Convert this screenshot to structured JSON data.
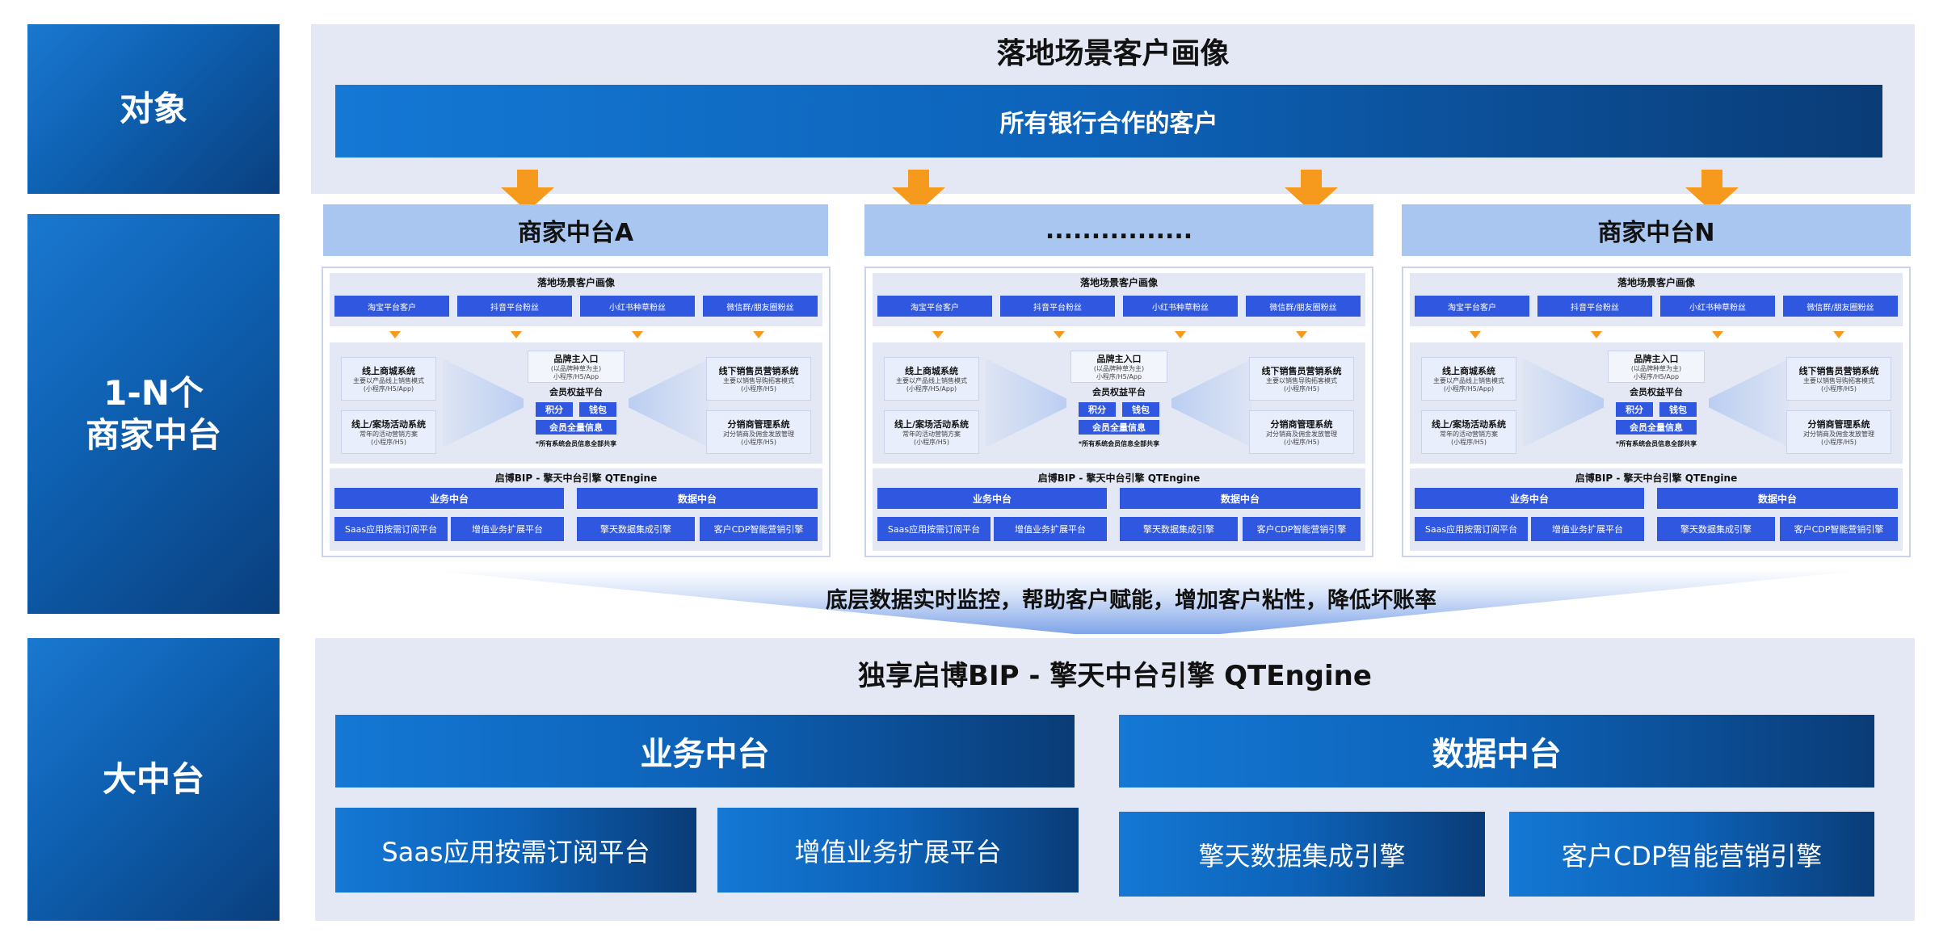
{
  "categories": {
    "top": "对象",
    "mid_line1": "1-N个",
    "mid_line2": "商家中台",
    "bottom": "大中台"
  },
  "top_panel": {
    "title": "落地场景客户画像",
    "banner": "所有银行合作的客户"
  },
  "merchants": [
    {
      "header": "商家中台A"
    },
    {
      "header": "................"
    },
    {
      "header": "商家中台N"
    }
  ],
  "mini": {
    "title": "落地场景客户画像",
    "chips": [
      "淘宝平台客户",
      "抖音平台粉丝",
      "小红书种草粉丝",
      "微信群/朋友圈粉丝"
    ],
    "left_systems": [
      {
        "name": "线上商城系统",
        "desc1": "主要以产品线上销售模式",
        "desc2": "(小程序/H5/App)"
      },
      {
        "name": "线上/案场活动系统",
        "desc1": "常年的活动营销方案",
        "desc2": "(小程序/H5)"
      }
    ],
    "right_systems": [
      {
        "name": "线下销售员营销系统",
        "desc1": "主要以销售导购拓客模式",
        "desc2": "(小程序/H5)"
      },
      {
        "name": "分销商管理系统",
        "desc1": "对分销商及佣金发放管理",
        "desc2": "(小程序/H5)"
      }
    ],
    "brand": {
      "name": "品牌主入口",
      "desc1": "(以品牌种草为主)",
      "desc2": "小程序/H5/App"
    },
    "member": {
      "name": "会员权益平台",
      "chip1": "积分",
      "chip2": "钱包",
      "chip3": "会员全量信息"
    },
    "note": "*所有系统会员信息全部共享",
    "engine": "启博BIP - 擎天中台引擎 QTEngine",
    "biz": "业务中台",
    "data": "数据中台",
    "biz_items": [
      "Saas应用按需订阅平台",
      "增值业务扩展平台"
    ],
    "data_items": [
      "擎天数据集成引擎",
      "客户CDP智能营销引擎"
    ]
  },
  "funnel_text": "底层数据实时监控，帮助客户赋能，增加客户粘性，降低坏账率",
  "bottom_panel": {
    "title": "独享启博BIP - 擎天中台引擎 QTEngine",
    "biz_header": "业务中台",
    "data_header": "数据中台",
    "biz_items": [
      "Saas应用按需订阅平台",
      "增值业务扩展平台"
    ],
    "data_items": [
      "擎天数据集成引擎",
      "客户CDP智能营销引擎"
    ]
  },
  "colors": {
    "accent_blue": "#0d62b8",
    "arrow_orange": "#f59a1c",
    "panel_bg": "#e3e8f4",
    "chip_blue": "#2f57e0"
  }
}
